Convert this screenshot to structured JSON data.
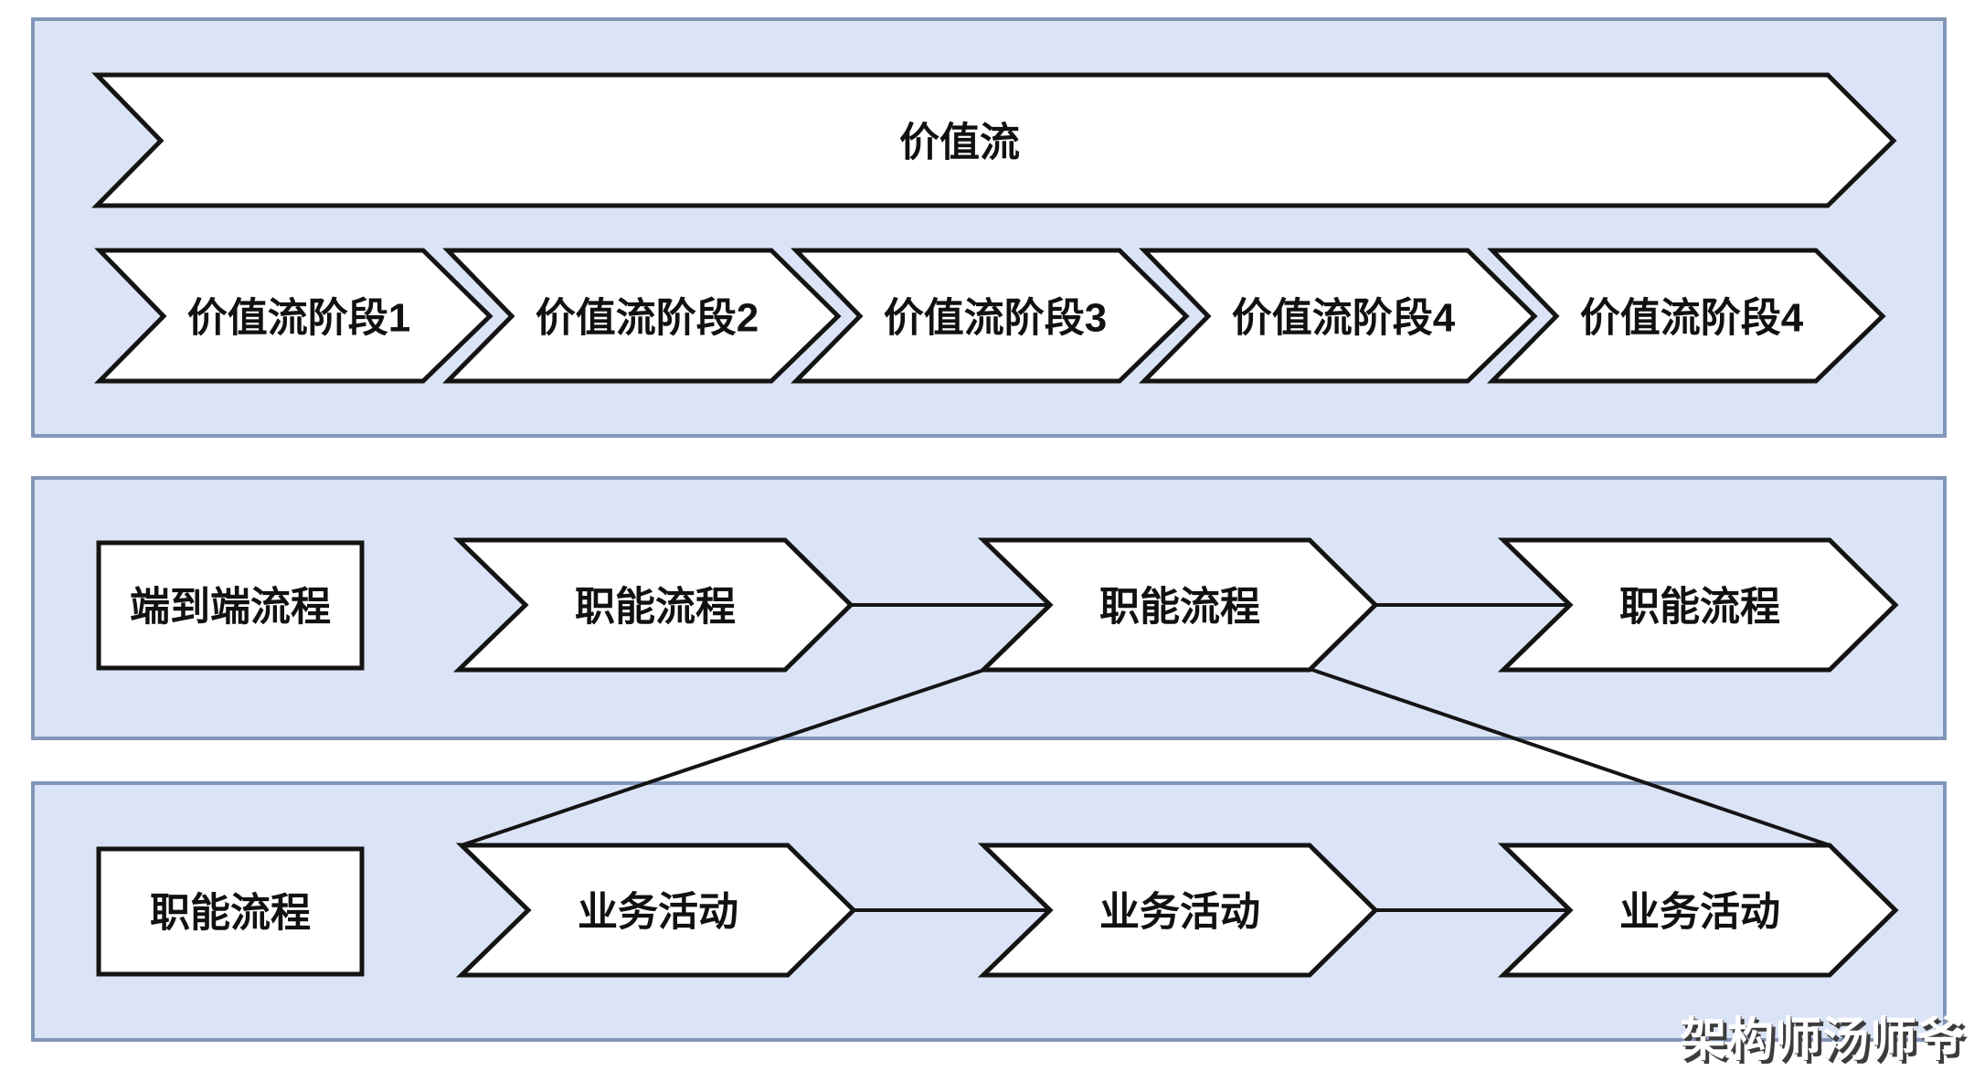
{
  "diagram": {
    "title_arrow": {
      "label": "价值流"
    },
    "value_stream_section": {
      "stages": [
        {
          "label": "价值流阶段1"
        },
        {
          "label": "价值流阶段2"
        },
        {
          "label": "价值流阶段3"
        },
        {
          "label": "价值流阶段4"
        },
        {
          "label": "价值流阶段4"
        }
      ]
    },
    "end_to_end_section": {
      "row_label": "端到端流程",
      "arrows": [
        {
          "label": "职能流程"
        },
        {
          "label": "职能流程"
        },
        {
          "label": "职能流程"
        }
      ]
    },
    "functional_section": {
      "row_label": "职能流程",
      "arrows": [
        {
          "label": "业务活动"
        },
        {
          "label": "业务活动"
        },
        {
          "label": "业务活动"
        }
      ]
    },
    "watermark": "架构师汤师爷",
    "colors": {
      "section_fill": "#dbe4f6",
      "section_border": "#8296b9",
      "shape_fill": "#ffffff",
      "shape_stroke": "#141414",
      "text": "#111111",
      "watermark_text": "#ffffff",
      "watermark_shadow": "#3c3c3c"
    }
  }
}
